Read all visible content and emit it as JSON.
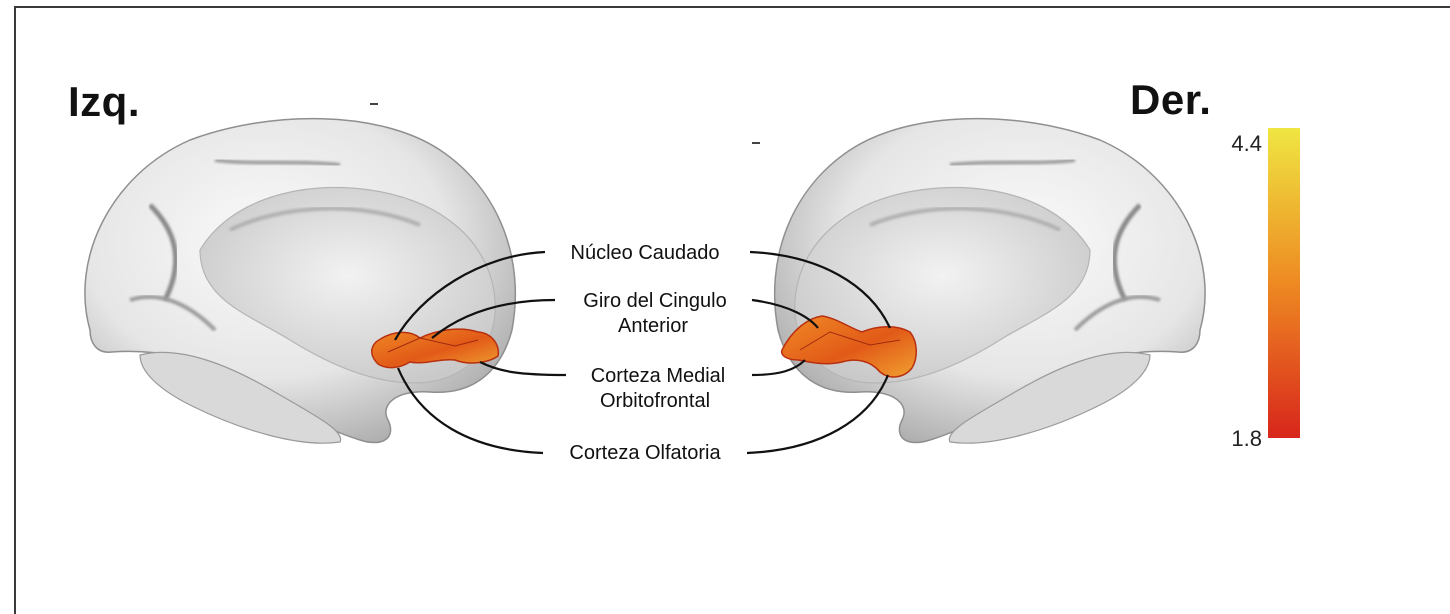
{
  "labels": {
    "left_hemisphere": "Izq.",
    "right_hemisphere": "Der."
  },
  "regions": [
    {
      "name_lines": [
        "Núcleo Caudado"
      ]
    },
    {
      "name_lines": [
        "Giro del Cingulo",
        "Anterior"
      ]
    },
    {
      "name_lines": [
        "Corteza Medial",
        "Orbitofrontal"
      ]
    },
    {
      "name_lines": [
        "Corteza Olfatoria"
      ]
    }
  ],
  "colorbar": {
    "max_label": "4.4",
    "min_label": "1.8",
    "color_min": "#d8261c",
    "color_mid": "#ee8a22",
    "color_max": "#efe642"
  },
  "colors": {
    "brain_light": "#f4f4f4",
    "brain_mid": "#d4d4d4",
    "brain_dark": "#9a9a9a",
    "activation": "#ea6a1c",
    "activation_edge": "#b83010"
  }
}
